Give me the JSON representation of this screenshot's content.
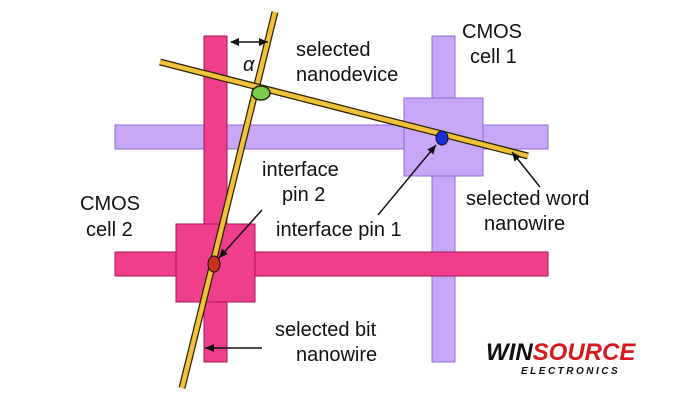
{
  "colors": {
    "purple": "#c8a8f6",
    "purple_stroke": "#8e6ad6",
    "pink": "#ef3f8c",
    "pink_stroke": "#a8105a",
    "nanowire": "#f2c13b",
    "nanowire_stroke": "#2b2300",
    "nanodevice": "#79cc4a",
    "pin1": "#1c2fd6",
    "pin2": "#c8321c",
    "logo_dark": "#111111",
    "logo_red": "#d71920"
  },
  "labels": {
    "alpha": "α",
    "selected_nanodevice_1": "selected",
    "selected_nanodevice_2": "nanodevice",
    "cmos_cell1_1": "CMOS",
    "cmos_cell1_2": "cell 1",
    "cmos_cell2_1": "CMOS",
    "cmos_cell2_2": "cell 2",
    "interface_pin2_1": "interface",
    "interface_pin2_2": "pin 2",
    "interface_pin1": "interface pin 1",
    "selected_word_1": "selected word",
    "selected_word_2": "nanowire",
    "selected_bit_1": "selected  bit",
    "selected_bit_2": "nanowire"
  },
  "logo": {
    "win": "WIN",
    "source": "SOURCE",
    "sub": "ELECTRONICS"
  }
}
